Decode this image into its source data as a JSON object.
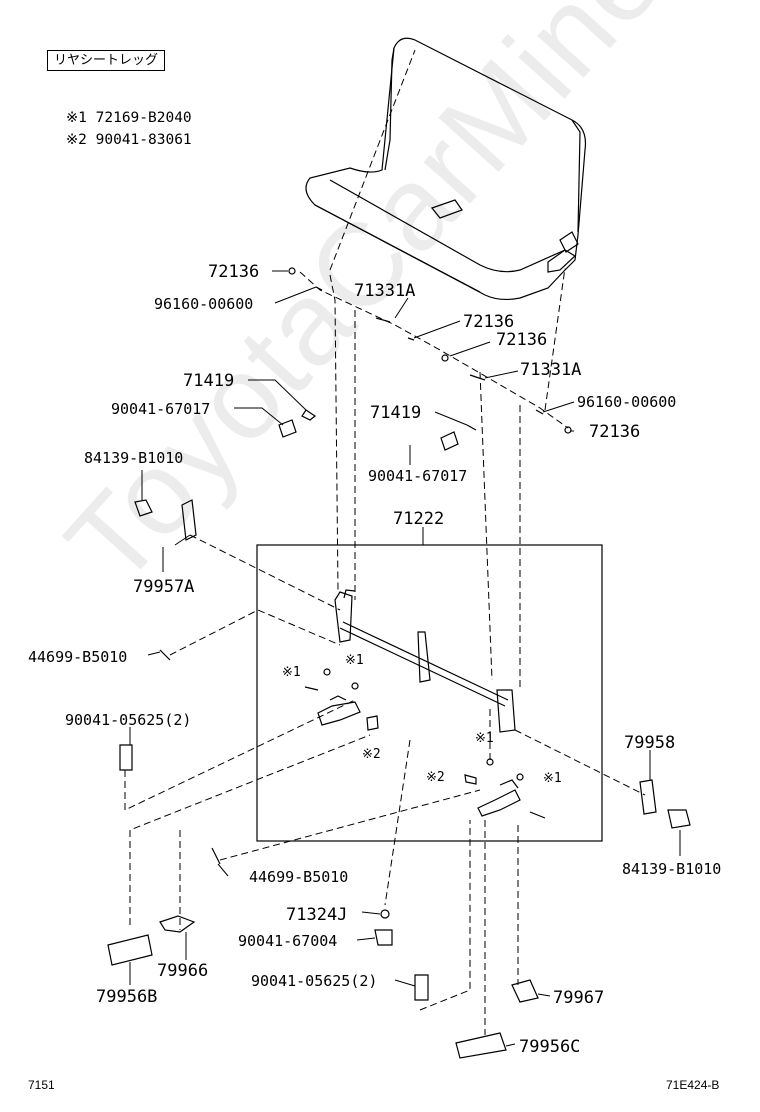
{
  "title": "リヤシートレッグ",
  "notes": [
    {
      "mark": "※1",
      "part": "72169-B2040"
    },
    {
      "mark": "※2",
      "part": "90041-83061"
    }
  ],
  "callouts": {
    "p72136_a": "72136",
    "p96160_a": "96160-00600",
    "p71331A_a": "71331A",
    "p72136_b": "72136",
    "p72136_c": "72136",
    "p71331A_b": "71331A",
    "p71419_a": "71419",
    "p90041_67017_a": "90041-67017",
    "p71419_b": "71419",
    "p96160_b": "96160-00600",
    "p72136_d": "72136",
    "p90041_67017_b": "90041-67017",
    "p84139_a": "84139-B1010",
    "p71222": "71222",
    "p79957A": "79957A",
    "p44699_a": "44699-B5010",
    "p90041_05625_a": "90041-05625(2)",
    "m1_a": "※1",
    "m1_b": "※1",
    "m2_a": "※2",
    "m1_c": "※1",
    "m2_b": "※2",
    "m1_d": "※1",
    "p79958": "79958",
    "p84139_b": "84139-B1010",
    "p44699_b": "44699-B5010",
    "p71324J": "71324J",
    "p90041_67004": "90041-67004",
    "p79966": "79966",
    "p79956B": "79956B",
    "p90041_05625_b": "90041-05625(2)",
    "p79967": "79967",
    "p79956C": "79956C"
  },
  "watermark": "ToyotaCarMine.ru",
  "footer": {
    "left": "7151",
    "right": "71E424-B"
  }
}
